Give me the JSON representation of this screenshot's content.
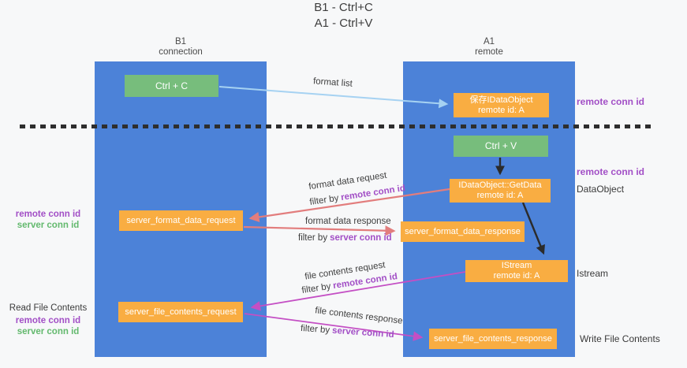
{
  "title": {
    "line1": "B1 - Ctrl+C",
    "line2": "A1 - Ctrl+V"
  },
  "columns": {
    "left": {
      "name": "B1",
      "role": "connection"
    },
    "right": {
      "name": "A1",
      "role": "remote"
    }
  },
  "nodes": {
    "ctrl_c": {
      "label": "Ctrl + C"
    },
    "save_idataobject": {
      "line1": "保存IDataObject",
      "line2": "remote id: A"
    },
    "ctrl_v": {
      "label": "Ctrl + V"
    },
    "getdata": {
      "line1": "IDataObject::GetData",
      "line2": "remote id: A"
    },
    "server_format_data_request": {
      "label": "server_format_data_request"
    },
    "server_format_data_response": {
      "label": "server_format_data_response"
    },
    "istream": {
      "line1": "IStream",
      "line2": "remote id: A"
    },
    "server_file_contents_request": {
      "label": "server_file_contents_request"
    },
    "server_file_contents_response": {
      "label": "server_file_contents_response"
    }
  },
  "left_labels": {
    "group1": {
      "remote": "remote conn id",
      "server": "server conn id"
    },
    "group2": {
      "title": "Read File Contents",
      "remote": "remote conn id",
      "server": "server conn id"
    }
  },
  "right_labels": {
    "remote_conn_id_top": "remote conn id",
    "remote_conn_id_mid": "remote conn id",
    "dataobject": "DataObject",
    "istream": "Istream",
    "write_file_contents": "Write File Contents"
  },
  "edge_labels": {
    "format_list": "format list",
    "format_data_request": "format data request",
    "format_data_response": "format data response",
    "file_contents_request": "file contents request",
    "file_contents_response": "file contents response",
    "filter_by": "filter by",
    "remote_conn_id": "remote conn id",
    "server_conn_id": "server conn id"
  },
  "colors": {
    "lifeline_blue": "#4c82d8",
    "node_green": "#77bd7c",
    "node_orange": "#f9ad42",
    "arrow_light_blue": "#a6d2f2",
    "arrow_black": "#2b2b2b",
    "arrow_salmon": "#e27d7d",
    "arrow_magenta": "#c44fc4",
    "text_purple": "#a24fc6",
    "text_green": "#63b96e",
    "background": "#f7f8f9"
  }
}
